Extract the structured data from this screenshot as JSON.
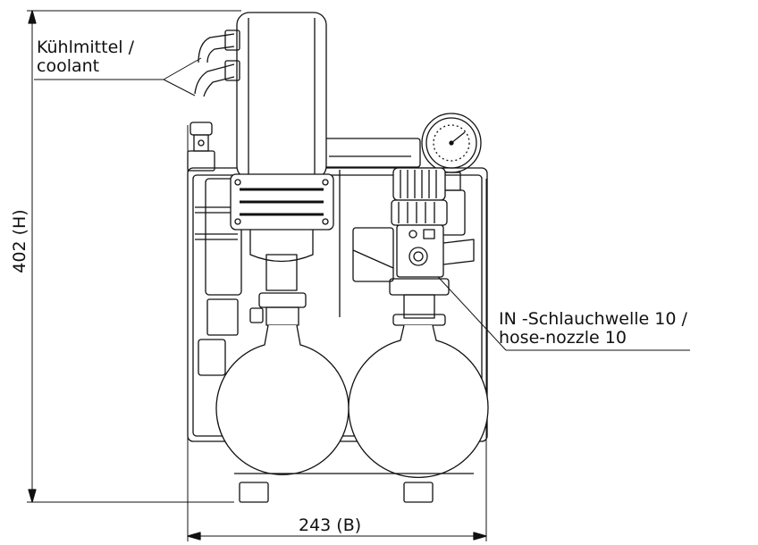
{
  "labels": {
    "coolant_de": "Kühlmittel /",
    "coolant_en": "coolant",
    "inlet_de": "IN -Schlauchwelle 10 /",
    "inlet_en": "hose-nozzle 10",
    "height_dim": "402 (H)",
    "width_dim": "243 (B)"
  },
  "colors": {
    "line": "#111111",
    "background": "#ffffff"
  }
}
